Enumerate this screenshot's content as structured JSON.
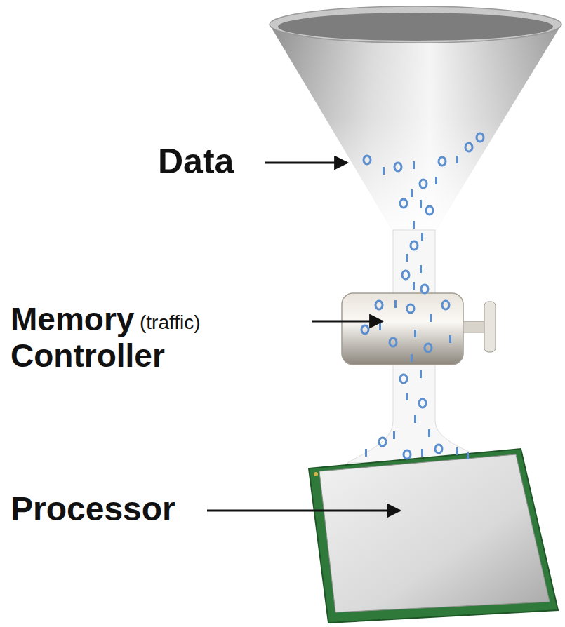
{
  "diagram": {
    "labels": [
      "Data",
      "Memory",
      "(traffic)",
      "Controller",
      "Processor"
    ]
  }
}
